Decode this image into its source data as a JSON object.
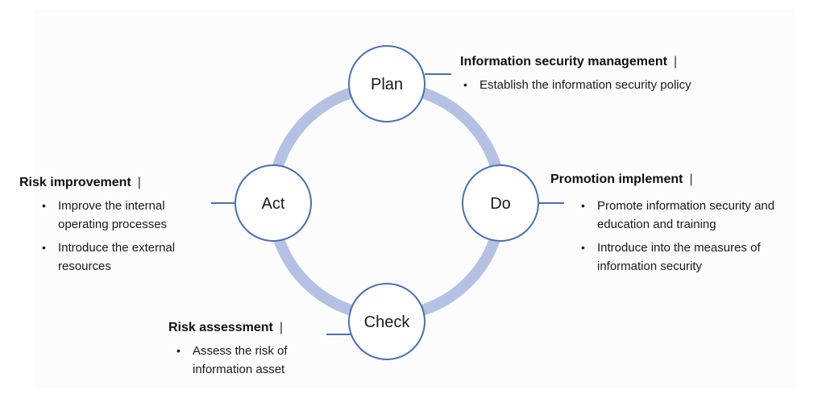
{
  "diagram": {
    "nodes": {
      "plan": "Plan",
      "do": "Do",
      "check": "Check",
      "act": "Act"
    },
    "colors": {
      "ring": "#b5c1e3",
      "node_border": "#4a6fb5",
      "connector": "#4a6fb5",
      "node_fill": "#ffffff"
    }
  },
  "blocks": {
    "plan": {
      "title": "Information security management",
      "separator": "|",
      "items": [
        "Establish the information security policy"
      ]
    },
    "do": {
      "title": "Promotion implement",
      "separator": "|",
      "items": [
        "Promote information security and education and training",
        "Introduce into the measures of information security"
      ]
    },
    "check": {
      "title": "Risk assessment",
      "separator": "|",
      "items": [
        "Assess the risk of information asset"
      ]
    },
    "act": {
      "title": "Risk improvement",
      "separator": "|",
      "items": [
        "Improve the internal operating processes",
        "Introduce  the external resources"
      ]
    }
  }
}
